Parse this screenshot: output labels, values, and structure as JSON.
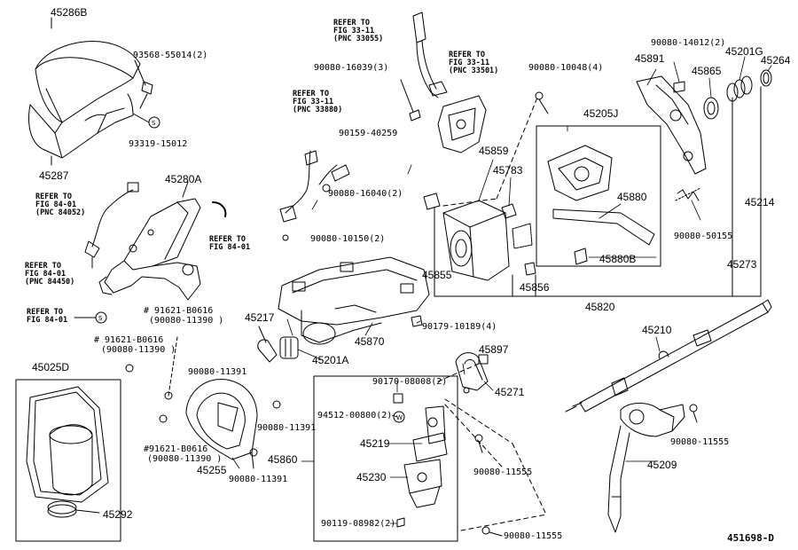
{
  "diagram_id": "451698-D",
  "labels": [
    {
      "key": "p45286B",
      "text": "45286B"
    },
    {
      "key": "p93568",
      "text": "93568-55014(2)"
    },
    {
      "key": "p93319",
      "text": "93319-15012"
    },
    {
      "key": "p45287",
      "text": "45287"
    },
    {
      "key": "ref84052",
      "text": "REFER TO\nFIG 84-01\n(PNC 84052)"
    },
    {
      "key": "p45280A",
      "text": "45280A"
    },
    {
      "key": "ref8401a",
      "text": "REFER TO\nFIG 84-01"
    },
    {
      "key": "ref84450",
      "text": "REFER TO\nFIG 84-01\n(PNC 84450)"
    },
    {
      "key": "ref8401b",
      "text": "REFER TO\nFIG 84-01"
    },
    {
      "key": "p91621a",
      "text": "# 91621-B0616"
    },
    {
      "key": "p90080_11390a",
      "text": "(90080-11390 )"
    },
    {
      "key": "p91621b",
      "text": "# 91621-B0616"
    },
    {
      "key": "p90080_11390b",
      "text": "(90080-11390 )"
    },
    {
      "key": "p45025D",
      "text": "45025D"
    },
    {
      "key": "p91621c",
      "text": "#91621-B0616"
    },
    {
      "key": "p90080_11390c",
      "text": "(90080-11390 )"
    },
    {
      "key": "p45292",
      "text": "45292"
    },
    {
      "key": "p90080_11391a",
      "text": "90080-11391"
    },
    {
      "key": "p90080_11391b",
      "text": "90080-11391"
    },
    {
      "key": "p90080_11391c",
      "text": "90080-11391"
    },
    {
      "key": "p45255",
      "text": "45255"
    },
    {
      "key": "ref33055",
      "text": "REFER TO\nFIG 33-11\n(PNC 33055)"
    },
    {
      "key": "ref33501",
      "text": "REFER TO\nFIG 33-11\n(PNC 33501)"
    },
    {
      "key": "p90080_16039",
      "text": "90080-16039(3)"
    },
    {
      "key": "ref33880",
      "text": "REFER TO\nFIG 33-11\n(PNC 33880)"
    },
    {
      "key": "p90159",
      "text": "90159-40259"
    },
    {
      "key": "p90080_16040",
      "text": "90080-16040(2)"
    },
    {
      "key": "p90080_10150",
      "text": "90080-10150(2)"
    },
    {
      "key": "p45217",
      "text": "45217"
    },
    {
      "key": "p45201A",
      "text": "45201A"
    },
    {
      "key": "p45870",
      "text": "45870"
    },
    {
      "key": "p90179",
      "text": "90179-10189(4)"
    },
    {
      "key": "p90170",
      "text": "90170-08008(2)"
    },
    {
      "key": "p94512",
      "text": "94512-00800(2)"
    },
    {
      "key": "p45219",
      "text": "45219"
    },
    {
      "key": "p45860",
      "text": "45860"
    },
    {
      "key": "p45230",
      "text": "45230"
    },
    {
      "key": "p90119",
      "text": "90119-08982(2)"
    },
    {
      "key": "p90080_11555a",
      "text": "90080-11555"
    },
    {
      "key": "p90080_11555b",
      "text": "90080-11555"
    },
    {
      "key": "p45897",
      "text": "45897"
    },
    {
      "key": "p45271",
      "text": "45271"
    },
    {
      "key": "p90080_10048",
      "text": "90080-10048(4)"
    },
    {
      "key": "p45859",
      "text": "45859"
    },
    {
      "key": "p45783",
      "text": "45783"
    },
    {
      "key": "p45855",
      "text": "45855"
    },
    {
      "key": "p45856",
      "text": "45856"
    },
    {
      "key": "p45820",
      "text": "45820"
    },
    {
      "key": "p45205J",
      "text": "45205J"
    },
    {
      "key": "p45880",
      "text": "45880"
    },
    {
      "key": "p45880B",
      "text": "45880B"
    },
    {
      "key": "p90080_14012",
      "text": "90080-14012(2)"
    },
    {
      "key": "p45891",
      "text": "45891"
    },
    {
      "key": "p45865",
      "text": "45865"
    },
    {
      "key": "p45201G",
      "text": "45201G"
    },
    {
      "key": "p45264",
      "text": "45264"
    },
    {
      "key": "p45214",
      "text": "45214"
    },
    {
      "key": "p90080_50155",
      "text": "90080-50155"
    },
    {
      "key": "p45273",
      "text": "45273"
    },
    {
      "key": "p45210",
      "text": "45210"
    },
    {
      "key": "p90080_11555c",
      "text": "90080-11555"
    },
    {
      "key": "p45209",
      "text": "45209"
    }
  ]
}
